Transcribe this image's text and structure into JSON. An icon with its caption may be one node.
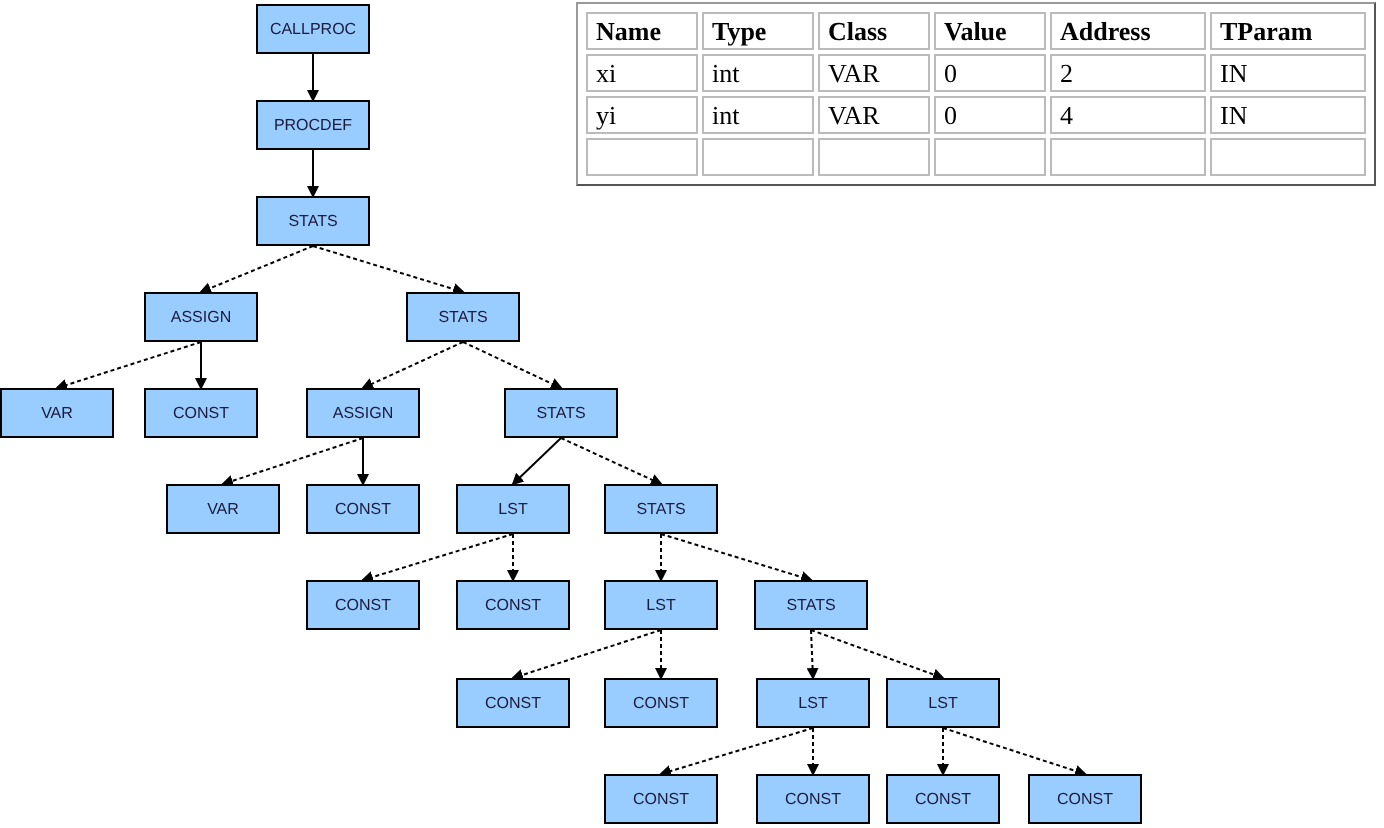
{
  "diagram": {
    "nodes": [
      {
        "text": [
          "CALLPROC"
        ]
      },
      {
        "text": [
          "PROCDEF"
        ]
      },
      {
        "text": [
          "STATS"
        ]
      },
      {
        "text": [
          "ASSIGN"
        ]
      },
      {
        "text": [
          "STATS"
        ]
      },
      {
        "text": [
          "VAR"
        ]
      },
      {
        "text": [
          "CONST"
        ]
      },
      {
        "text": [
          "ASSIGN"
        ]
      },
      {
        "text": [
          "STATS"
        ]
      },
      {
        "text": [
          "VAR"
        ]
      },
      {
        "text": [
          "CONST"
        ]
      },
      {
        "text": [
          "LST"
        ]
      },
      {
        "text": [
          "STATS"
        ]
      },
      {
        "text": [
          "CONST"
        ]
      },
      {
        "text": [
          "CONST"
        ]
      },
      {
        "text": [
          "LST"
        ]
      },
      {
        "text": [
          "STATS"
        ]
      },
      {
        "text": [
          "CONST"
        ]
      },
      {
        "text": [
          "CONST"
        ]
      },
      {
        "text": [
          "LST"
        ]
      },
      {
        "text": [
          "LST"
        ]
      },
      {
        "text": [
          "CONST"
        ]
      },
      {
        "text": [
          "CONST"
        ]
      },
      {
        "text": [
          "CONST"
        ]
      },
      {
        "text": [
          "CONST"
        ]
      }
    ],
    "edges": [
      {
        "from": 0,
        "to": 1,
        "arrow": "to"
      },
      {
        "from": 1,
        "to": 2,
        "arrow": "to"
      },
      {
        "from": 2,
        "to": 3,
        "arrow": "to",
        "style": "dashed"
      },
      {
        "from": 2,
        "to": 4,
        "arrow": "to",
        "style": "dashed"
      },
      {
        "from": 3,
        "to": 5,
        "arrow": "to",
        "style": "dashed"
      },
      {
        "from": 3,
        "to": 6,
        "arrow": "to"
      },
      {
        "from": 4,
        "to": 7,
        "arrow": "to",
        "style": "dashed"
      },
      {
        "from": 4,
        "to": 8,
        "arrow": "to",
        "style": "dashed"
      },
      {
        "from": 7,
        "to": 9,
        "arrow": "to",
        "style": "dashed"
      },
      {
        "from": 7,
        "to": 10,
        "arrow": "to"
      },
      {
        "from": 8,
        "to": 11,
        "arrow": "to"
      },
      {
        "from": 8,
        "to": 12,
        "arrow": "to",
        "style": "dashed"
      },
      {
        "from": 11,
        "to": 13,
        "arrow": "to",
        "style": "dashed"
      },
      {
        "from": 11,
        "to": 14,
        "arrow": "to",
        "style": "dashed"
      },
      {
        "from": 12,
        "to": 15,
        "arrow": "to",
        "style": "dashed"
      },
      {
        "from": 12,
        "to": 16,
        "arrow": "to",
        "style": "dashed"
      },
      {
        "from": 15,
        "to": 17,
        "arrow": "to",
        "style": "dashed"
      },
      {
        "from": 15,
        "to": 18,
        "arrow": "to",
        "style": "dashed"
      },
      {
        "from": 16,
        "to": 19,
        "arrow": "to",
        "style": "dashed"
      },
      {
        "from": 16,
        "to": 20,
        "arrow": "to",
        "style": "dashed"
      },
      {
        "from": 19,
        "to": 21,
        "arrow": "to",
        "style": "dashed"
      },
      {
        "from": 19,
        "to": 22,
        "arrow": "to",
        "style": "dashed"
      },
      {
        "from": 20,
        "to": 23,
        "arrow": "to",
        "style": "dashed"
      },
      {
        "from": 20,
        "to": 24,
        "arrow": "to",
        "style": "dashed"
      }
    ],
    "labels": [
      "Name",
      "Type",
      "Class",
      "Value",
      "Address",
      "TParam",
      "xi",
      "int",
      "VAR",
      "0",
      "2",
      "IN",
      "yi",
      "int",
      "VAR",
      "0",
      "4",
      "IN"
    ]
  }
}
